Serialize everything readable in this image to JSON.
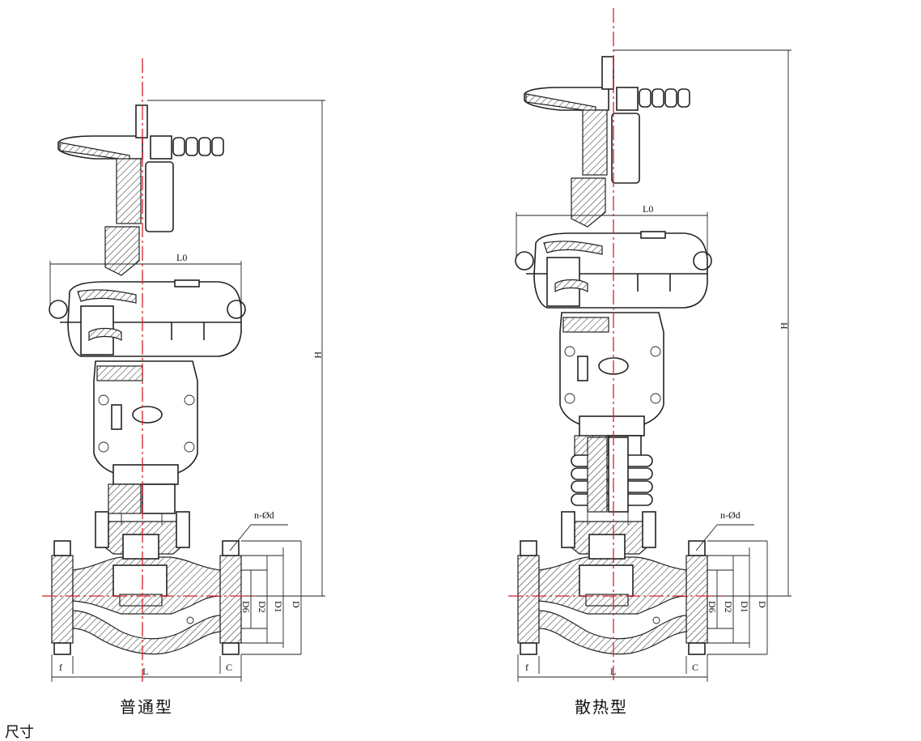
{
  "diagrams": [
    {
      "id": "standard",
      "caption": "普通型",
      "labels": {
        "top_width": "L0",
        "height": "H",
        "bolt_holes": "n-Ød",
        "d6": "D6",
        "d2": "D2",
        "d1": "D1",
        "d": "D",
        "flange_thk": "f",
        "length": "L",
        "c": "C"
      }
    },
    {
      "id": "heat-dissipating",
      "caption": "散热型",
      "labels": {
        "top_width": "L0",
        "height": "H",
        "bolt_holes": "n-Ød",
        "d6": "D6",
        "d2": "D2",
        "d1": "D1",
        "d": "D",
        "flange_thk": "f",
        "length": "L",
        "c": "C"
      }
    }
  ],
  "footer_text": "尺寸",
  "colors": {
    "centerline": "#d2232a",
    "line": "#222222",
    "background": "#ffffff"
  }
}
